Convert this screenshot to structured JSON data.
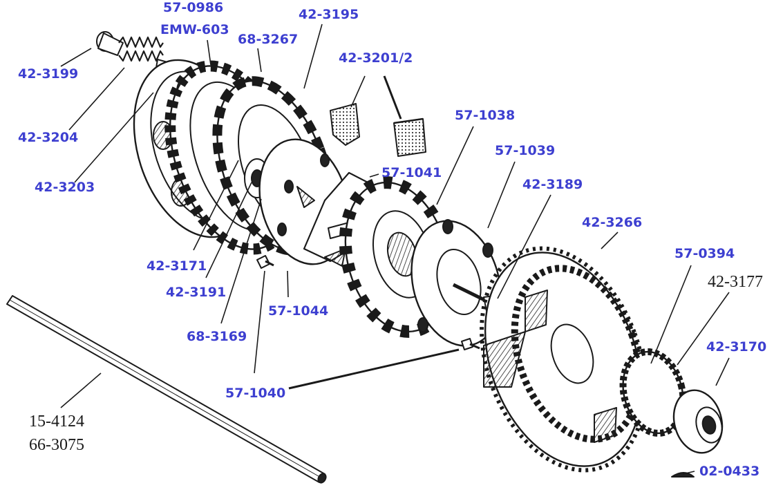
{
  "colors": {
    "label_blue": "#3d3fd0",
    "ink": "#1a1a1a",
    "paper": "#ffffff"
  },
  "labels": {
    "p_57_0986": "57-0986",
    "p_emw_603": "EMW-603",
    "p_42_3195": "42-3195",
    "p_68_3267": "68-3267",
    "p_42_3201": "42-3201/2",
    "p_42_3199": "42-3199",
    "p_42_3204": "42-3204",
    "p_42_3203": "42-3203",
    "p_57_1038": "57-1038",
    "p_57_1039": "57-1039",
    "p_57_1041": "57-1041",
    "p_42_3189": "42-3189",
    "p_42_3266": "42-3266",
    "p_57_0394": "57-0394",
    "p_42_3177": "42-3177",
    "p_42_3170": "42-3170",
    "p_42_3171": "42-3171",
    "p_42_3191": "42-3191",
    "p_57_1044": "57-1044",
    "p_68_3169": "68-3169",
    "p_57_1040": "57-1040",
    "p_15_4124": "15-4124",
    "p_66_3075": "66-3075",
    "p_02_0433": "02-0433"
  }
}
